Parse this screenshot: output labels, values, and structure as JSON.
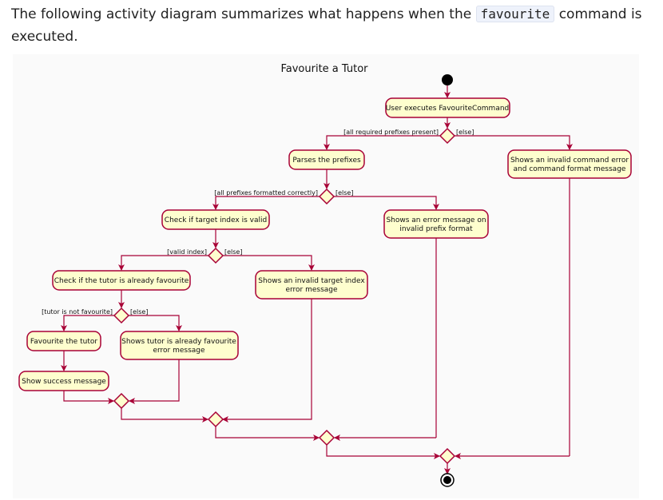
{
  "intro": {
    "before": "The following activity diagram summarizes what happens when the",
    "code": "favourite",
    "after": "command is executed."
  },
  "diagram": {
    "title": "Favourite a Tutor",
    "activities": {
      "user_executes": "User executes FavouriteCommand",
      "parses_prefixes": "Parses the prefixes",
      "invalid_command_l1": "Shows an invalid command error",
      "invalid_command_l2": "and command format message",
      "check_index": "Check if target index is valid",
      "prefix_error_l1": "Shows an error message on",
      "prefix_error_l2": "invalid prefix format",
      "check_favourite": "Check if the tutor is already favourite",
      "invalid_index_l1": "Shows an invalid target index",
      "invalid_index_l2": "error message",
      "favourite_tutor": "Favourite the tutor",
      "already_fav_l1": "Shows tutor is already favourite",
      "already_fav_l2": "error message",
      "success": "Show success message"
    },
    "guards": {
      "prefixes_present": "[all required prefixes present]",
      "else1": "[else]",
      "prefixes_formatted": "[all prefixes formatted correctly]",
      "else2": "[else]",
      "valid_index": "[valid index]",
      "else3": "[else]",
      "not_favourite": "[tutor is not favourite]",
      "else4": "[else]"
    },
    "colors": {
      "line": "#a80036",
      "fill": "#fefece",
      "background": "#fafafa"
    }
  }
}
